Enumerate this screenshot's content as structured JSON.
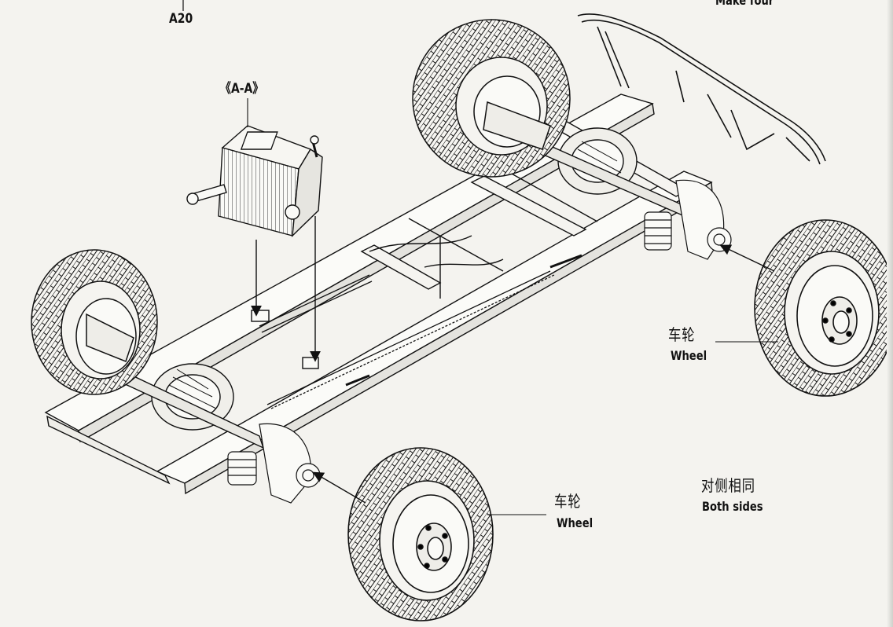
{
  "labels": {
    "part_ref": "A20",
    "top_note": "Make four",
    "section": "《A-A》",
    "wheel_right_zh": "车轮",
    "wheel_right_en": "Wheel",
    "wheel_front_zh": "车轮",
    "wheel_front_en": "Wheel",
    "both_sides_zh": "对侧相同",
    "both_sides_en": "Both sides"
  },
  "colors": {
    "paper": "#f4f3ef",
    "ink": "#111111",
    "line_shade": "#9a9a96"
  }
}
